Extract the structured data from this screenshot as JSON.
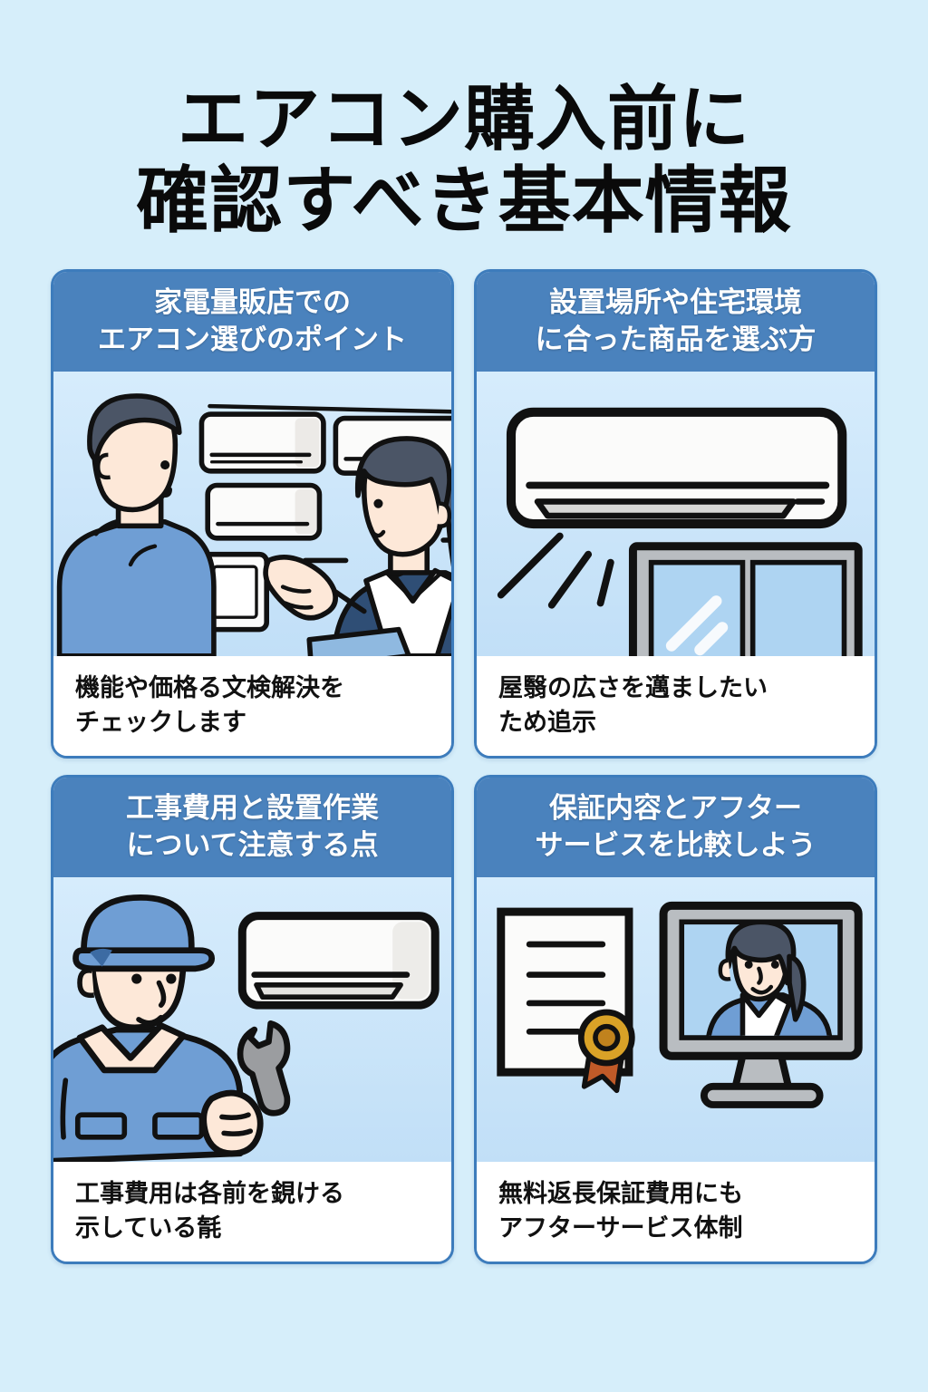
{
  "theme": {
    "background": "#d6eefa",
    "header_blue": "#4a82bd",
    "card_border": "#3d7cbc",
    "illustration_bg_top": "#d6ecfc",
    "illustration_bg_bottom": "#c1dff7",
    "title_color": "#0a0a0a",
    "caption_color": "#111111",
    "uniform_blue": "#6f9ed4",
    "suit_navy": "#2f4e75",
    "skin": "#fde8d8",
    "hair_dark": "#4b5566",
    "ribbon_gold": "#c9912f",
    "ribbon_orange": "#c05a28",
    "monitor_gray": "#b9bdc1"
  },
  "title": {
    "line1": "エアコン購入前に",
    "line2": "確認すべき基本情報"
  },
  "cards": [
    {
      "id": "card-store-selection",
      "header": {
        "line1": "家電量販店での",
        "line2": "エアコン選びのポイント"
      },
      "illustration": {
        "name": "store-staff-and-customer-illustration",
        "elements": [
          "customer-man",
          "sales-woman",
          "wall-display-ac-units",
          "pointing-hand",
          "tablet"
        ]
      },
      "caption": {
        "line1": "機能や価格る文検解決を",
        "line2": "チェックします"
      }
    },
    {
      "id": "card-installation-location",
      "header": {
        "line1": "設置場所や住宅環境",
        "line2": "に合った商品を選ぶ方"
      },
      "illustration": {
        "name": "wall-mounted-ac-above-window-illustration",
        "elements": [
          "air-conditioner-unit",
          "airflow-lines",
          "window"
        ]
      },
      "caption": {
        "line1": "屋翳の広さを邁ましたい",
        "line2": "ため追示"
      }
    },
    {
      "id": "card-installation-cost",
      "header": {
        "line1": "工事費用と設置作業",
        "line2": "について注意する点"
      },
      "illustration": {
        "name": "installation-technician-illustration",
        "elements": [
          "technician-man",
          "blue-cap",
          "wrench",
          "air-conditioner-unit"
        ]
      },
      "caption": {
        "line1": "工事費用は各前を鋧ける",
        "line2": "示している毻"
      }
    },
    {
      "id": "card-warranty-support",
      "header": {
        "line1": "保証内容とアフター",
        "line2": "サービスを比較しよう"
      },
      "illustration": {
        "name": "warranty-certificate-and-support-illustration",
        "elements": [
          "certificate-document",
          "gold-ribbon-seal",
          "monitor",
          "support-agent-woman"
        ]
      },
      "caption": {
        "line1": "無料返長保証費用にも",
        "line2": "アフターサービス体制"
      }
    }
  ]
}
